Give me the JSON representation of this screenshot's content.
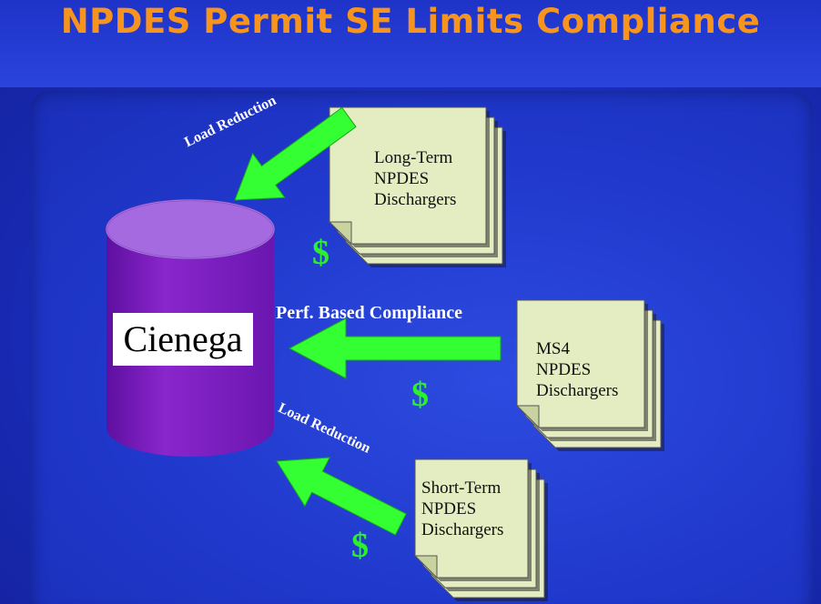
{
  "slide": {
    "title": "NPDES Permit SE Limits Compliance",
    "colors": {
      "title": "#f7941d",
      "background": "#1f33c4",
      "arrow": "#33ff33",
      "dollar": "#2df02d",
      "document": "#e4edc1",
      "cylinder": "#7d1fbe"
    }
  },
  "diagram": {
    "store": {
      "label": "Cienega",
      "icon": "cylinder-icon"
    },
    "sources": [
      {
        "lines": [
          "Long-Term",
          "NPDES",
          "Dischargers"
        ],
        "icon": "document-stack-icon"
      },
      {
        "lines": [
          "MS4",
          "NPDES",
          "Dischargers"
        ],
        "icon": "document-stack-icon"
      },
      {
        "lines": [
          "Short-Term",
          "NPDES",
          "Dischargers"
        ],
        "icon": "document-stack-icon"
      }
    ],
    "flows": [
      {
        "label": "Load Reduction",
        "icon": "arrow-icon"
      },
      {
        "label": "Perf. Based Compliance",
        "icon": "arrow-icon"
      },
      {
        "label": "Load Reduction",
        "icon": "arrow-icon"
      }
    ],
    "payments": [
      "$",
      "$",
      "$"
    ]
  }
}
